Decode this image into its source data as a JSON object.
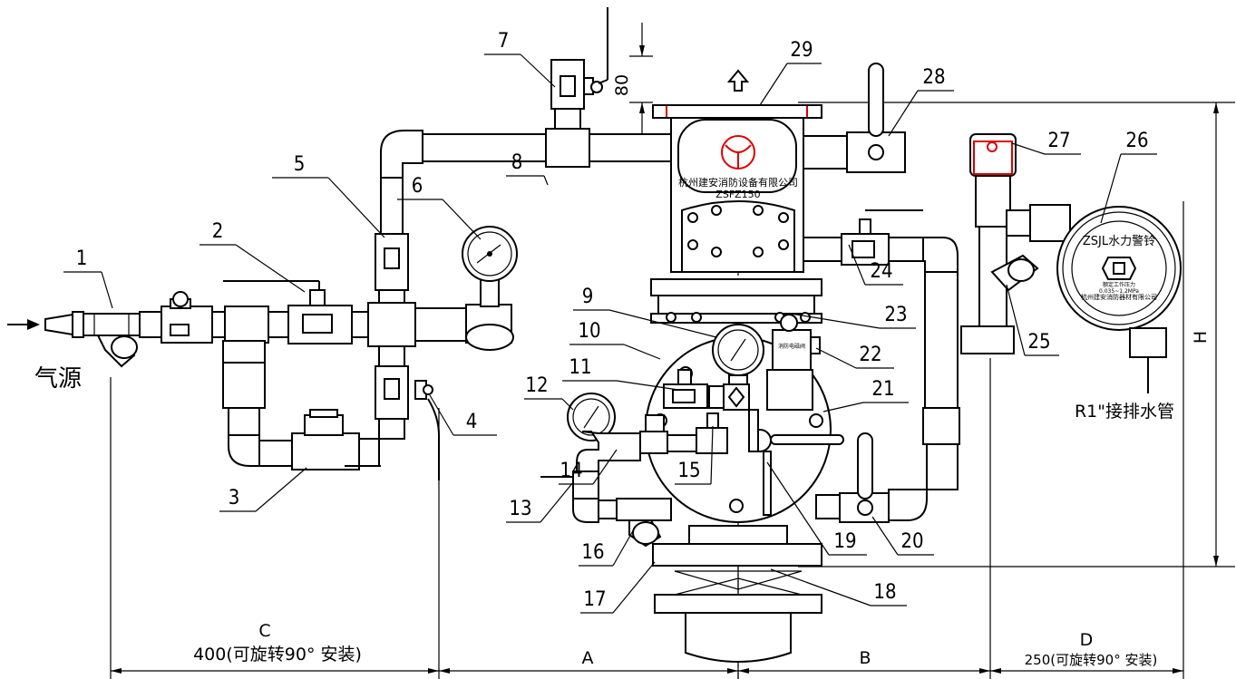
{
  "callouts": [
    "1",
    "2",
    "3",
    "4",
    "5",
    "6",
    "7",
    "8",
    "9",
    "10",
    "11",
    "12",
    "13",
    "14",
    "15",
    "16",
    "17",
    "18",
    "19",
    "20",
    "21",
    "22",
    "23",
    "24",
    "25",
    "26",
    "27",
    "28",
    "29"
  ],
  "labels": {
    "air_source": "气源",
    "drain_pipe": "R1\"接排水管"
  },
  "dimensions": {
    "C": "C",
    "C_text": "400(可旋转90° 安装)",
    "A": "A",
    "B": "B",
    "D": "D",
    "D_text": "250(可旋转90° 安装)",
    "H": "H",
    "h80": "80"
  },
  "valve_body": {
    "company": "杭州建安消防设备有限公司",
    "model": "ZSFZ150",
    "solenoid_label": "消防电磁阀"
  },
  "alarm_bell": {
    "title": "ZSJL水力警铃",
    "maker": "杭州建安消防器材有限公司",
    "spec_label": "额定工作压力",
    "spec_value": "0.035~1.2MPa"
  },
  "colors": {
    "line": "#000000",
    "accent": "#d00000"
  },
  "icons": [
    "arrow-up-icon",
    "arrow-right-icon"
  ]
}
